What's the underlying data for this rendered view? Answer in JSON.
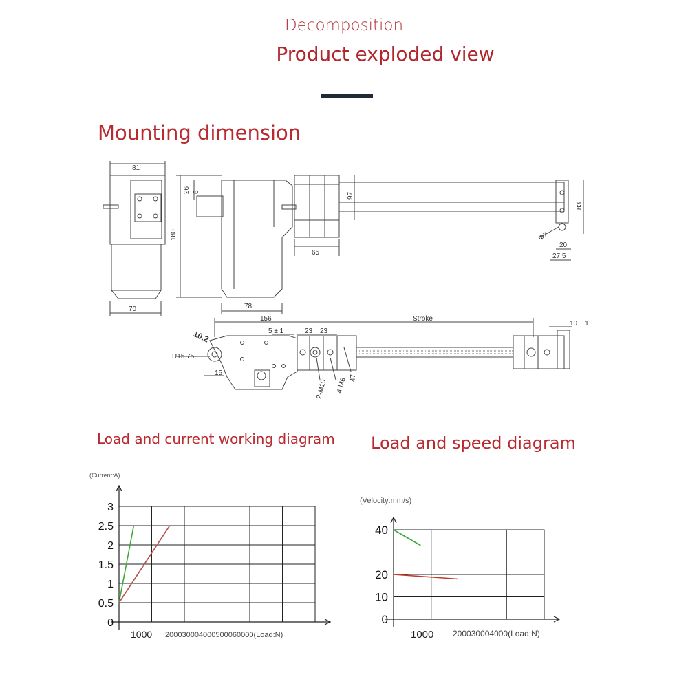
{
  "header": {
    "subtitle": "Decomposition",
    "title": "Product exploded view"
  },
  "mounting": {
    "title": "Mounting dimension",
    "dims": {
      "d81": "81",
      "d70": "70",
      "d180": "180",
      "d26": "26",
      "d6": "6",
      "d97": "97",
      "d65": "65",
      "d78": "78",
      "d83": "83",
      "d7": "Φ7",
      "d20": "20",
      "d27_5": "27.5",
      "d156": "156",
      "d5pm1": "5 ± 1",
      "d23a": "23",
      "d23b": "23",
      "stroke": "Stroke",
      "d10pm1": "10 ± 1",
      "d10_2": "10.2",
      "r15_75": "R15.75",
      "d15": "15",
      "m10": "2-M10",
      "m6": "4-M6",
      "d47": "47"
    }
  },
  "charts": {
    "load_current": {
      "title": "Load and current working diagram",
      "unit_label": "(Current:A)",
      "y_ticks": [
        "0",
        "0.5",
        "1",
        "1.5",
        "2",
        "2.5",
        "3"
      ],
      "x_tick_first": "1000",
      "x_tick_rest": "200030004000500060000(Load:N)"
    },
    "load_speed": {
      "title": "Load and speed diagram",
      "unit_label": "(Velocity:mm/s)",
      "y_ticks": [
        "0",
        "10",
        "20",
        "40"
      ],
      "x_tick_first": "1000",
      "x_tick_rest": "200030004000(Load:N)"
    }
  },
  "chart_data": [
    {
      "type": "line",
      "title": "Load and current working diagram",
      "ylabel": "(Current:A)",
      "xlabel": "(Load:N)",
      "x_ticks": [
        1000,
        2000,
        3000,
        4000,
        5000,
        6000
      ],
      "ylim": [
        0,
        3
      ],
      "xlim": [
        0,
        6000
      ],
      "grid": true,
      "series": [
        {
          "color": "#3aaa35",
          "x": [
            0,
            450
          ],
          "y": [
            0.5,
            2.5
          ]
        },
        {
          "color": "#b5514c",
          "x": [
            0,
            1550
          ],
          "y": [
            0.5,
            2.5
          ]
        }
      ]
    },
    {
      "type": "line",
      "title": "Load and speed diagram",
      "ylabel": "(Velocity:mm/s)",
      "xlabel": "(Load:N)",
      "x_ticks": [
        1000,
        2000,
        3000,
        4000
      ],
      "y_ticks": [
        0,
        10,
        20,
        40
      ],
      "ylim": [
        0,
        40
      ],
      "xlim": [
        0,
        4000
      ],
      "grid": true,
      "series": [
        {
          "color": "#3aaa35",
          "x": [
            0,
            720
          ],
          "y": [
            40,
            33
          ]
        },
        {
          "color": "#c0392b",
          "x": [
            0,
            1710
          ],
          "y": [
            20,
            18
          ]
        }
      ]
    }
  ]
}
